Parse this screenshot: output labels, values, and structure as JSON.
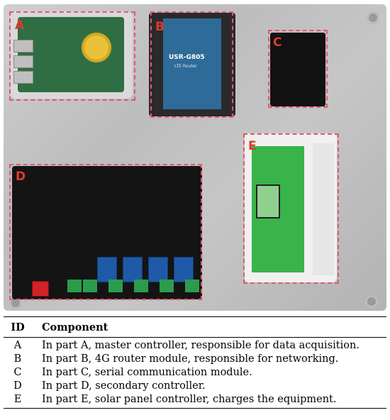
{
  "figure": {
    "labels": [
      "A",
      "B",
      "C",
      "D",
      "E"
    ],
    "device_text": {
      "router_brand": "USR-G805",
      "router_sub": "LTE Router"
    }
  },
  "table": {
    "headers": [
      "ID",
      "Component"
    ],
    "rows": [
      {
        "id": "A",
        "text": "In part A, master controller, responsible for data acquisition."
      },
      {
        "id": "B",
        "text": "In part B, 4G router module, responsible for networking."
      },
      {
        "id": "C",
        "text": "In part C, serial communication module."
      },
      {
        "id": "D",
        "text": "In part D, secondary controller."
      },
      {
        "id": "E",
        "text": "In part E, solar panel controller, charges the equipment."
      }
    ]
  }
}
